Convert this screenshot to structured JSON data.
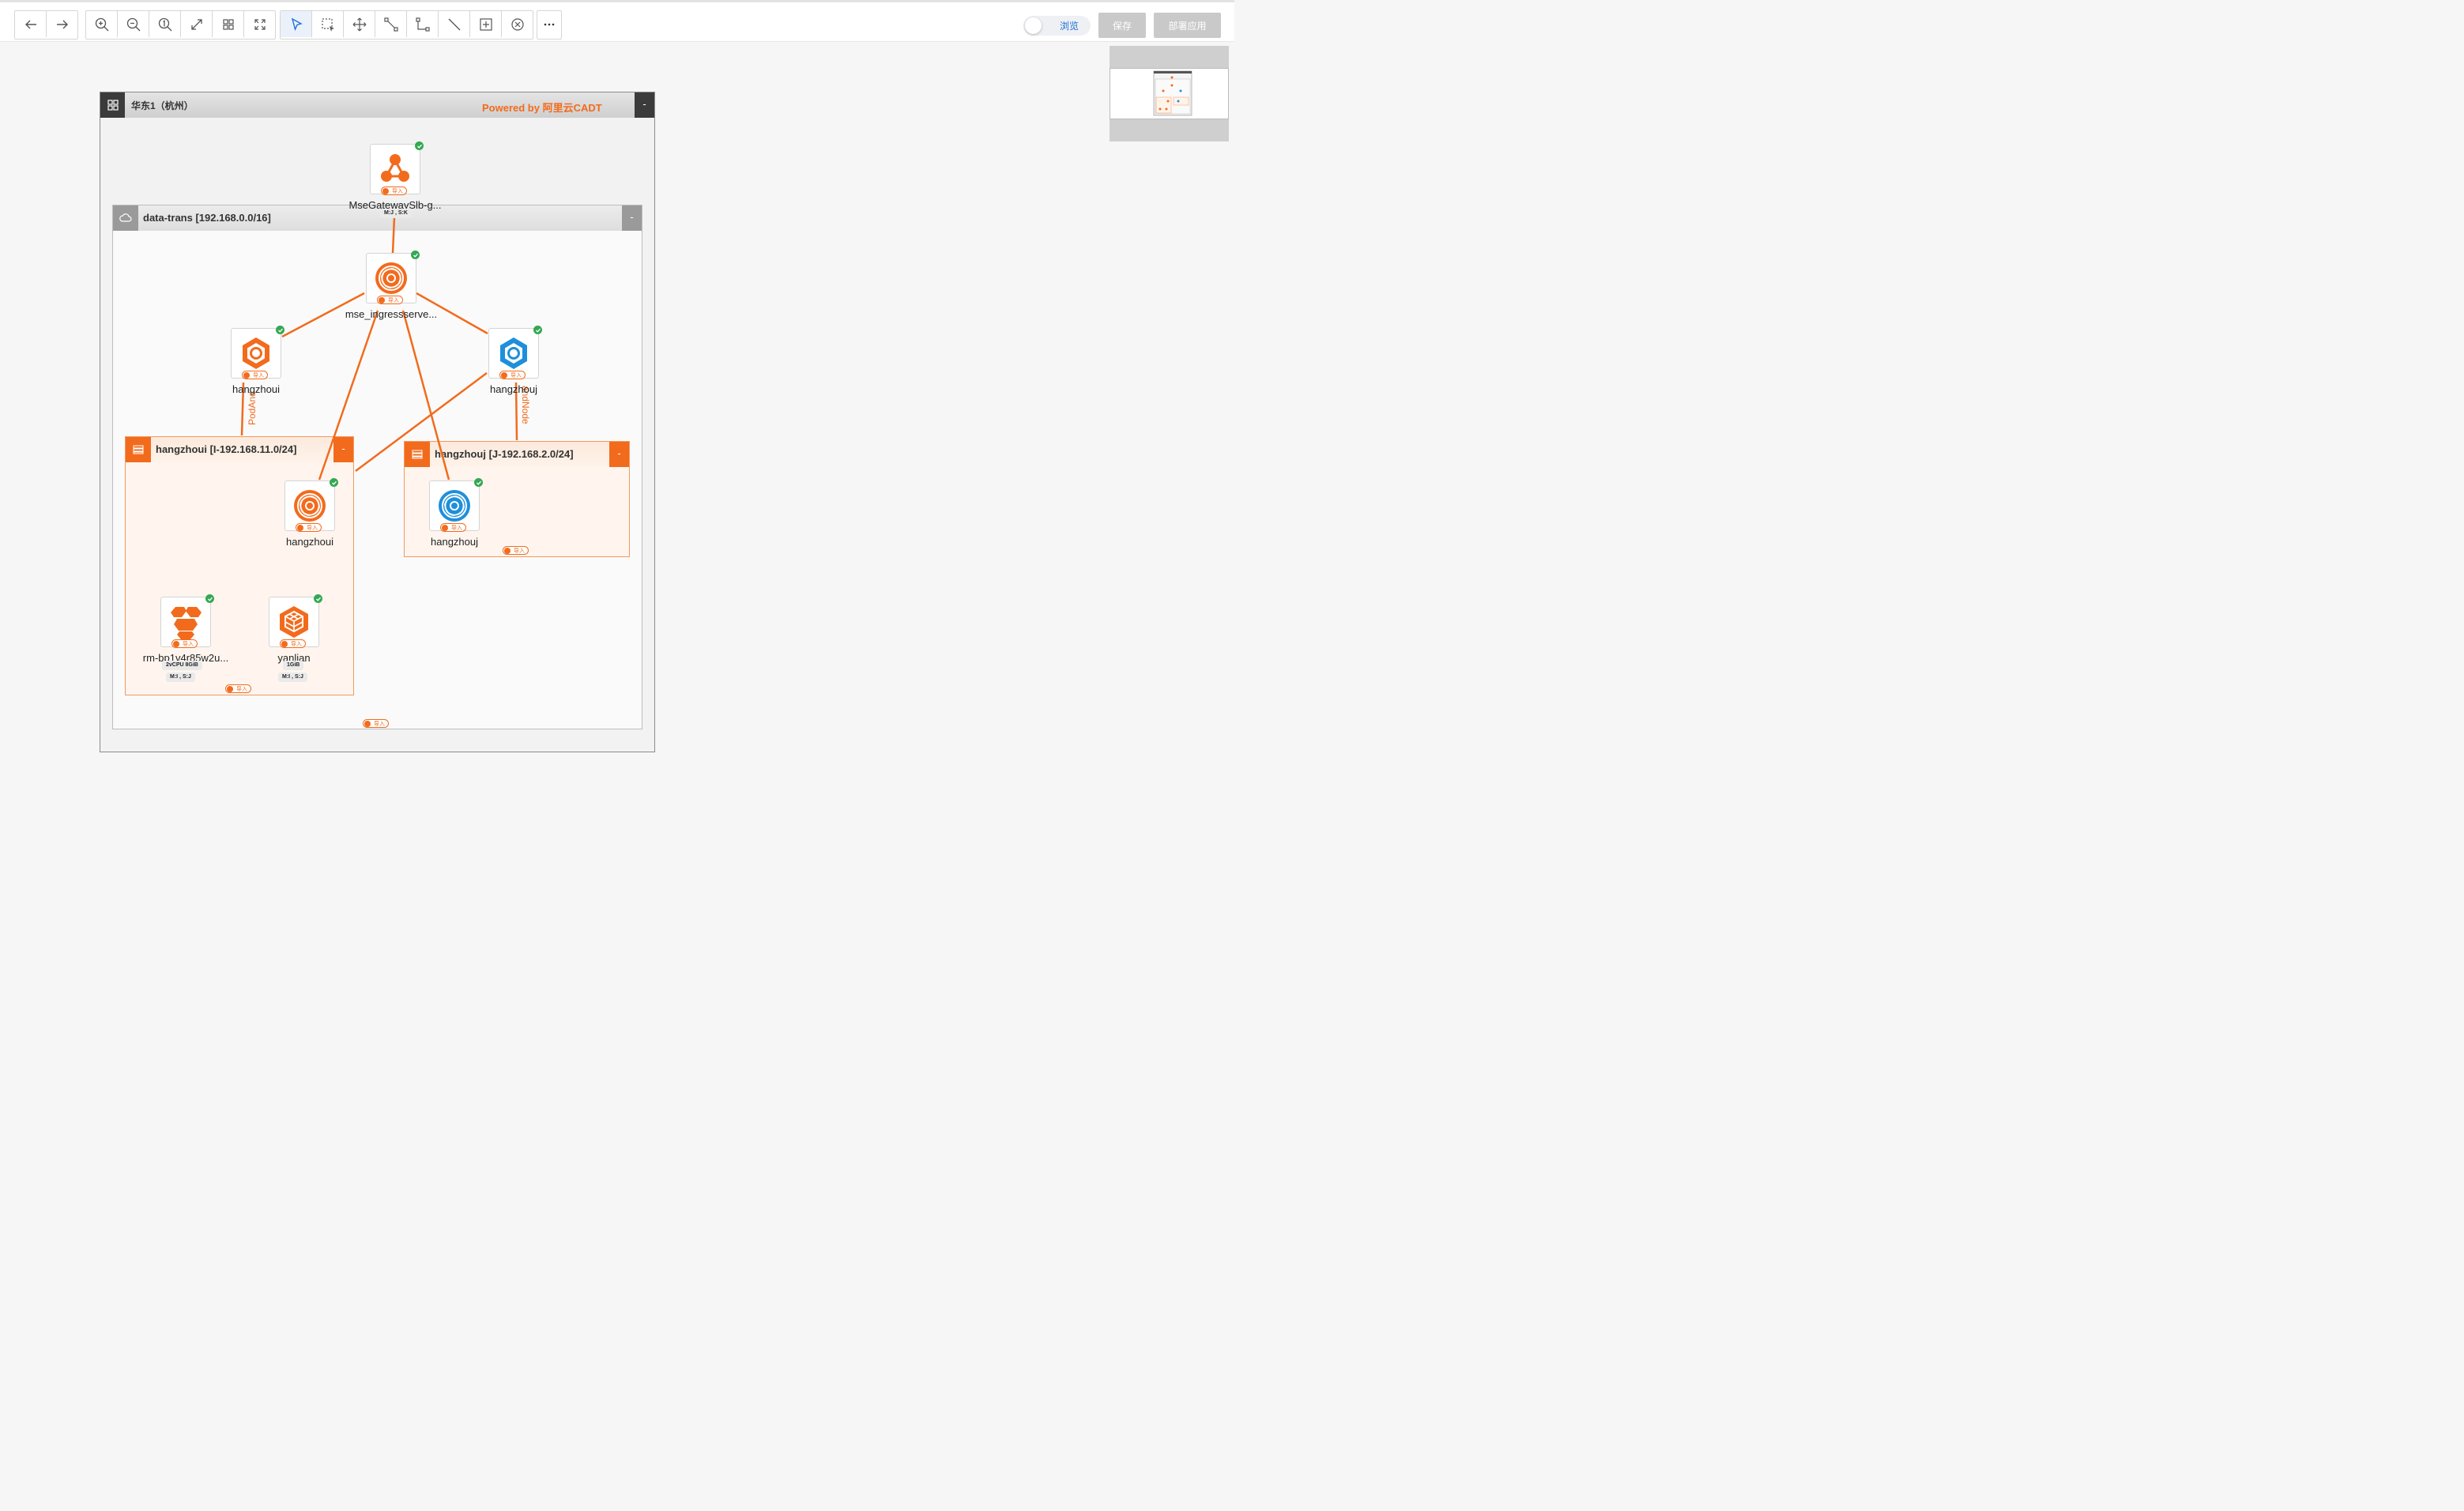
{
  "toolbar": {
    "groups": [
      {
        "id": "history",
        "items": [
          {
            "name": "undo-button",
            "icon": "arrow-left-icon"
          },
          {
            "name": "redo-button",
            "icon": "arrow-right-icon"
          }
        ]
      },
      {
        "id": "zoom",
        "items": [
          {
            "name": "zoom-in-button",
            "icon": "zoom-in-icon"
          },
          {
            "name": "zoom-out-button",
            "icon": "zoom-out-icon"
          },
          {
            "name": "zoom-actual-button",
            "icon": "zoom-1to1-icon"
          },
          {
            "name": "fit-screen-button",
            "icon": "expand-icon"
          },
          {
            "name": "auto-layout-button",
            "icon": "grid-icon"
          },
          {
            "name": "fullscreen-button",
            "icon": "fullscreen-icon"
          }
        ]
      },
      {
        "id": "edit",
        "items": [
          {
            "name": "select-tool-button",
            "icon": "pointer-icon"
          },
          {
            "name": "box-select-button",
            "icon": "box-select-icon"
          },
          {
            "name": "pan-tool-button",
            "icon": "move-icon"
          },
          {
            "name": "connect-tool-button",
            "icon": "connector-icon"
          },
          {
            "name": "elbow-connector-button",
            "icon": "elbow-connector-icon"
          },
          {
            "name": "line-tool-button",
            "icon": "line-icon"
          },
          {
            "name": "add-group-button",
            "icon": "add-box-icon"
          },
          {
            "name": "delete-button",
            "icon": "close-circle-icon"
          }
        ]
      },
      {
        "id": "more",
        "items": [
          {
            "name": "more-button",
            "icon": "more-icon"
          }
        ]
      }
    ],
    "browse_label": "浏览",
    "save_label": "保存",
    "deploy_label": "部署应用"
  },
  "region": {
    "title": "华东1（杭州）",
    "powered": "Powered by 阿里云CADT",
    "collapse": "-"
  },
  "vpc": {
    "title": "data-trans [192.168.0.0/16]",
    "collapse": "-",
    "import_label": "导入"
  },
  "vswitches": [
    {
      "title": "hangzhoui [I-192.168.11.0/24]",
      "collapse": "-",
      "import_label": "导入"
    },
    {
      "title": "hangzhouj [J-192.168.2.0/24]",
      "collapse": "-",
      "import_label": "导入"
    }
  ],
  "nodes": [
    {
      "label": "MseGatewaySlb-g...",
      "icon": "mse-gateway-slb-icon",
      "import_label": "导入",
      "tags": [
        "M:J , S:K"
      ]
    },
    {
      "label": "mse_ingressserve...",
      "icon": "mse-ingress-icon",
      "import_label": "导入",
      "tags": []
    },
    {
      "label": "hangzhoui",
      "icon": "hexagon-node-icon",
      "import_label": "导入",
      "tags": []
    },
    {
      "label": "hangzhouj",
      "icon": "hexagon-node-icon",
      "import_label": "导入",
      "tags": []
    },
    {
      "label": "hangzhoui",
      "icon": "swirl-service-icon",
      "import_label": "导入",
      "tags": []
    },
    {
      "label": "hangzhouj",
      "icon": "swirl-service-icon",
      "import_label": "导入",
      "tags": []
    },
    {
      "label": "rm-bp1v4r85w2u...",
      "icon": "rds-icon",
      "import_label": "导入",
      "tags": [
        "2vCPU  8GiB",
        "M:I , S:J"
      ]
    },
    {
      "label": "yanlian",
      "icon": "redis-cube-icon",
      "import_label": "导入",
      "tags": [
        "1GiB",
        "M:I , S:J"
      ]
    }
  ],
  "edge_labels": [
    "PodAnd",
    "andNode"
  ],
  "colors": {
    "accent": "#f26b1d",
    "blue": "#1e8fdc",
    "ok": "#34a853",
    "region_dark": "#3b3b3b"
  }
}
